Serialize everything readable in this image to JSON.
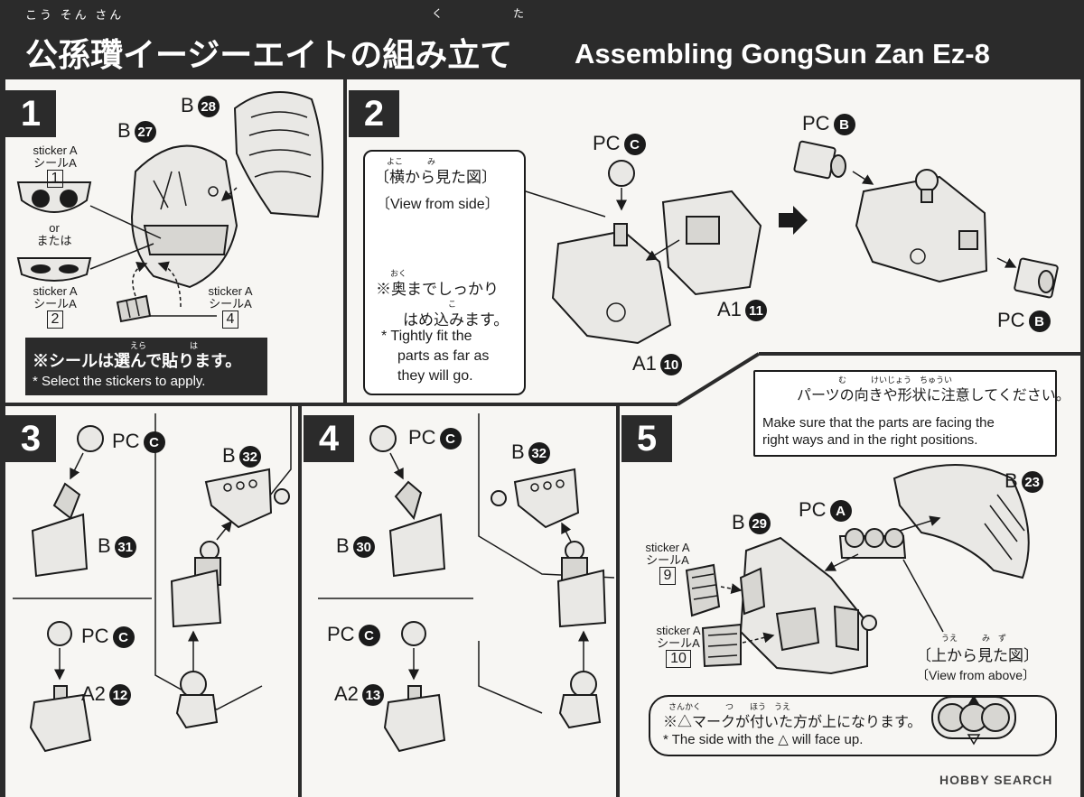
{
  "header": {
    "ruby": "こう そん さん",
    "ruby_ku": "く",
    "ruby_ta": "た",
    "title_jp": "公孫瓚イージーエイトの組み立て",
    "title_en": "Assembling GongSun Zan Ez-8"
  },
  "step1": {
    "number": "1",
    "part_b27": "B",
    "part_b27_num": "27",
    "part_b28": "B",
    "part_b28_num": "28",
    "sticker1_en": "sticker A",
    "sticker1_jp": "シールA",
    "sticker1_num": "1",
    "or_en": "or",
    "or_jp": "または",
    "sticker2_en": "sticker A",
    "sticker2_jp": "シールA",
    "sticker2_num": "2",
    "sticker4_en": "sticker A",
    "sticker4_jp": "シールA",
    "sticker4_num": "4",
    "note_ruby_era": "えら",
    "note_ruby_ha": "は",
    "note_jp": "※シールは選んで貼ります。",
    "note_en": "* Select the stickers to apply."
  },
  "step2": {
    "number": "2",
    "pc_c": "PC",
    "pc_c_letter": "C",
    "a1_11": "A1",
    "a1_11_num": "11",
    "a1_10": "A1",
    "a1_10_num": "10",
    "pc_b_top": "PC",
    "pc_b_top_letter": "B",
    "pc_b_bottom": "PC",
    "pc_b_bottom_letter": "B",
    "side_ruby": "よこ　　　み",
    "side_jp": "〔横から見た図〕",
    "side_en": "〔View from side〕",
    "fit_ruby_oku": "おく",
    "fit_jp1": "※奥までしっかり",
    "fit_ruby_ko": "こ",
    "fit_jp2": "はめ込みます。",
    "fit_en1": "* Tightly fit the",
    "fit_en2": "parts as far as",
    "fit_en3": "they will go."
  },
  "step3": {
    "number": "3",
    "pc_c1": "PC",
    "pc_c1_letter": "C",
    "b31": "B",
    "b31_num": "31",
    "b32": "B",
    "b32_num": "32",
    "pc_c2": "PC",
    "pc_c2_letter": "C",
    "a2_12": "A2",
    "a2_12_num": "12"
  },
  "step4": {
    "number": "4",
    "pc_c1": "PC",
    "pc_c1_letter": "C",
    "b30": "B",
    "b30_num": "30",
    "b32": "B",
    "b32_num": "32",
    "pc_c2": "PC",
    "pc_c2_letter": "C",
    "a2_13": "A2",
    "a2_13_num": "13"
  },
  "step5": {
    "number": "5",
    "caution_ruby": "む　　　けいじょう　ちゅうい",
    "caution_jp": "パーツの向きや形状に注意してください。",
    "caution_en1": "Make sure that the parts are facing the",
    "caution_en2": "right ways and in the right positions.",
    "b23": "B",
    "b23_num": "23",
    "b29": "B",
    "b29_num": "29",
    "pc_a": "PC",
    "pc_a_letter": "A",
    "sticker9_en": "sticker A",
    "sticker9_jp": "シールA",
    "sticker9_num": "9",
    "sticker10_en": "sticker A",
    "sticker10_jp": "シールA",
    "sticker10_num": "10",
    "above_ruby": "うえ　　　み　ず",
    "above_jp": "〔上から見た図〕",
    "above_en": "〔View from above〕",
    "face_ruby": "さんかく　　　つ　　ほう　うえ",
    "face_jp": "※△マークが付いた方が上になります。",
    "face_en": "* The side with the △ will face up."
  },
  "footer": {
    "watermark": "HOBBY SEARCH"
  }
}
